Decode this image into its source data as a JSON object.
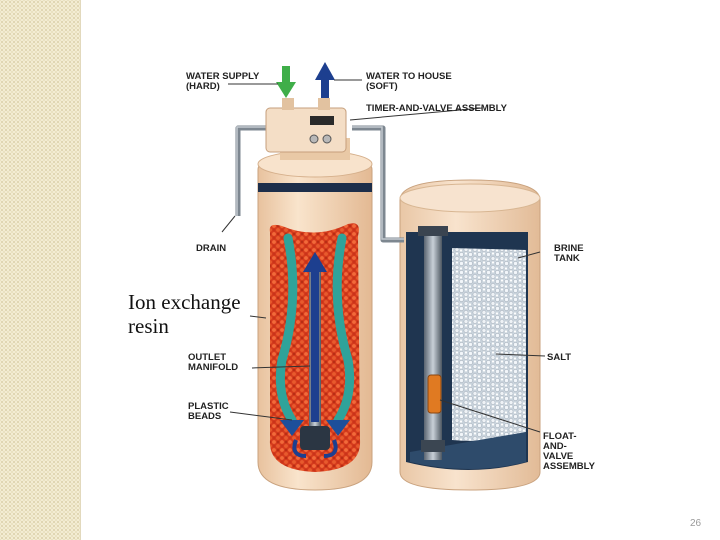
{
  "labels": {
    "water_supply": "WATER SUPPLY\n(HARD)",
    "water_to_house": "WATER TO HOUSE\n(SOFT)",
    "timer_valve": "TIMER-AND-VALVE ASSEMBLY",
    "drain": "DRAIN",
    "brine_tank": "BRINE\nTANK",
    "salt": "SALT",
    "outlet_manifold": "OUTLET\nMANIFOLD",
    "plastic_beads": "PLASTIC\nBEADS",
    "float_valve": "FLOAT-\nAND-\nVALVE\nASSEMBLY",
    "ion_exchange_resin": "Ion exchange\nresin"
  },
  "page_number": "26",
  "colors": {
    "tank_body": "#f5d9bb",
    "resin": "#d9391e",
    "inlet_arrow": "#3fae49",
    "outlet_arrow": "#1d3f8f",
    "salt": "#dfe8f0",
    "pipe": "#7d8790",
    "side_strip": "#f3ecd3"
  }
}
